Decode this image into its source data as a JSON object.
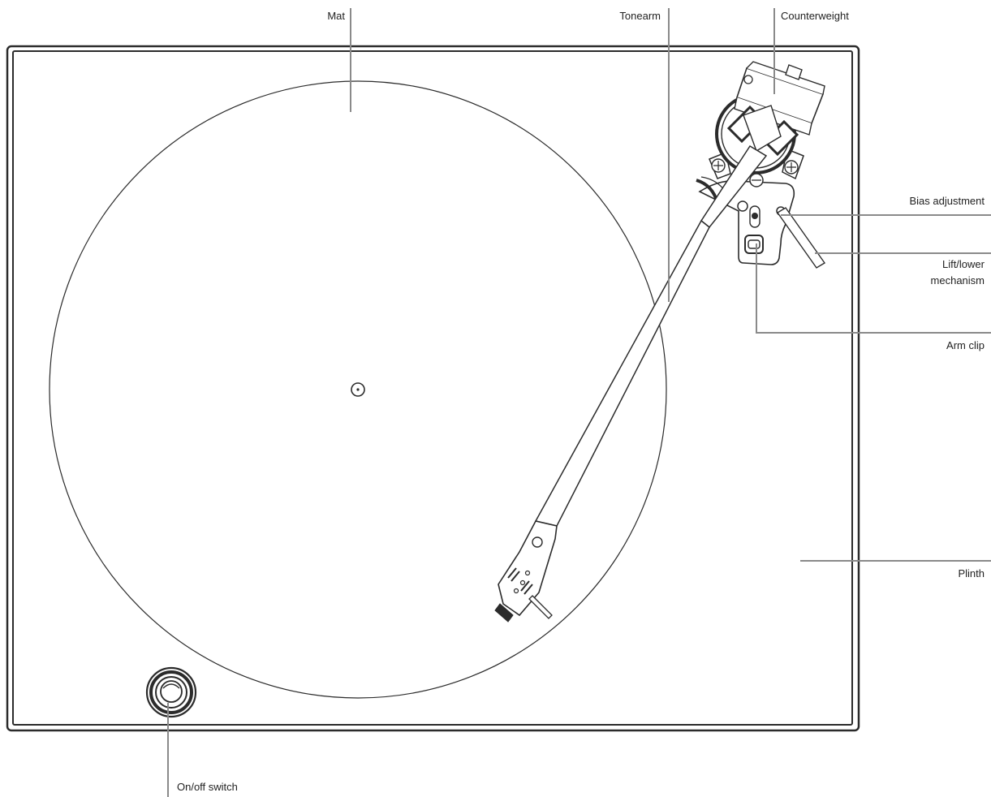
{
  "labels": {
    "mat": "Mat",
    "tonearm": "Tonearm",
    "counterweight": "Counterweight",
    "bias_adjustment": "Bias adjustment",
    "lift_lower_line1": "Lift/lower",
    "lift_lower_line2": "mechanism",
    "arm_clip": "Arm clip",
    "plinth": "Plinth",
    "on_off_switch": "On/off switch"
  },
  "colors": {
    "ink": "#2b2b2b",
    "leader_line": "#8a8a8a",
    "text": "#222222",
    "background": "#ffffff"
  }
}
